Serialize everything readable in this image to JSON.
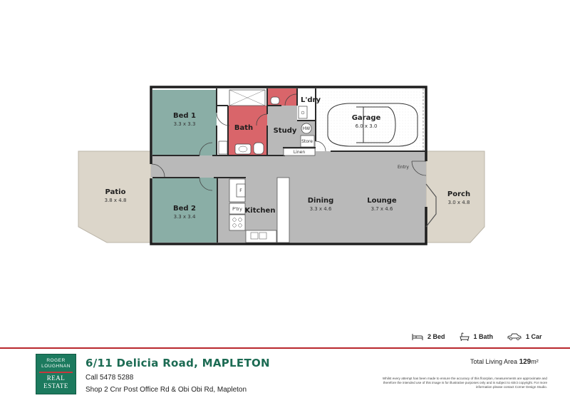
{
  "rooms": {
    "bed1": {
      "name": "Bed 1",
      "dim": "3.3 x 3.3"
    },
    "bath": {
      "name": "Bath"
    },
    "ldry": {
      "name": "L'dry"
    },
    "study": {
      "name": "Study"
    },
    "garage": {
      "name": "Garage",
      "dim": "6.0 x 3.0"
    },
    "patio": {
      "name": "Patio",
      "dim": "3.8 x 4.8"
    },
    "bed2": {
      "name": "Bed 2",
      "dim": "3.3 x 3.4"
    },
    "kitchen": {
      "name": "Kitchen"
    },
    "dining": {
      "name": "Dining",
      "dim": "3.3 x 4.6"
    },
    "lounge": {
      "name": "Lounge",
      "dim": "3.7 x 4.6"
    },
    "porch": {
      "name": "Porch",
      "dim": "3.0 x 4.8"
    }
  },
  "labels": {
    "hw": "HW",
    "store": "Store",
    "linen": "Linen",
    "pantry": "P'try",
    "fridge": "F",
    "entry": "Entry"
  },
  "stats": {
    "beds": "2 Bed",
    "baths": "1 Bath",
    "cars": "1 Car"
  },
  "logo": {
    "line1": "ROGER",
    "line2": "LOUGHNAN",
    "line3": "REAL",
    "line4": "ESTATE"
  },
  "address": "6/11 Delicia Road, MAPLETON",
  "phone": "Call 5478 5288",
  "agency_address": "Shop 2 Cnr Post Office Rd & Obi Obi Rd, Mapleton",
  "area": {
    "label": "Total Living Area",
    "value": "129",
    "unit": "m²"
  },
  "disclaimer": "Whilst every attempt has been made to ensure the accuracy of this floorplan, measurements are approximate and therefore the intended use of this image is for illustrative purposes only and is subject to strict copyright. For more information please contact Corner Design Studio.",
  "colors": {
    "bedroom": "#8aaea6",
    "wet": "#d9656a",
    "living": "#b9b9b9",
    "outdoor": "#dcd6ca",
    "accent": "#b9272d",
    "brand": "#1c7a5e"
  }
}
